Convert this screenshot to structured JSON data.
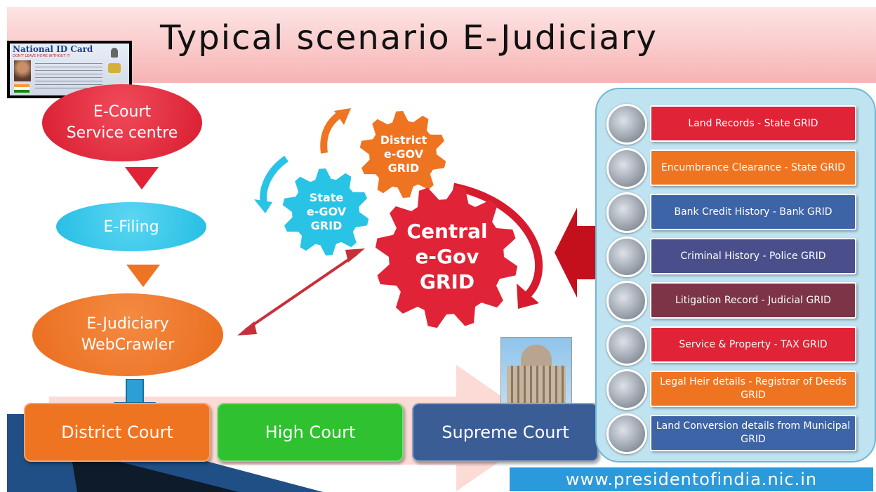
{
  "title": "Typical scenario E-Judiciary",
  "id_card": {
    "heading": "National ID Card",
    "subheading": "DON'T LEAVE HOME WITHOUT IT"
  },
  "flow": {
    "service_centre": "E-Court\nService centre",
    "efiling": "E-Filing",
    "webcrawler": "E-Judiciary\nWebCrawler"
  },
  "gears": {
    "district": "District\ne-GOV\nGRID",
    "state": "State\ne-GOV\nGRID",
    "central": "Central\ne-Gov\nGRID"
  },
  "courts": [
    "District Court",
    "High Court",
    "Supreme Court"
  ],
  "grids": [
    {
      "label": "Land Records - State GRID",
      "color": "#e02336"
    },
    {
      "label": "Encumbrance Clearance - State GRID",
      "color": "#ef7422"
    },
    {
      "label": "Bank Credit History - Bank GRID",
      "color": "#3d64a6"
    },
    {
      "label": "Criminal History  - Police GRID",
      "color": "#4a4f8c"
    },
    {
      "label": "Litigation Record - Judicial GRID",
      "color": "#7c3446"
    },
    {
      "label": "Service & Property - TAX GRID",
      "color": "#e02336"
    },
    {
      "label": "Legal Heir details - Registrar of Deeds GRID",
      "color": "#ef7422"
    },
    {
      "label": "Land Conversion details from Municipal GRID",
      "color": "#3d64a6"
    }
  ],
  "website": "www.presidentofindia.nic.in",
  "colors": {
    "red": "#e02336",
    "orange": "#ef7422",
    "cyan": "#29c3e6",
    "green": "#2fc12f",
    "blue": "#3a5d96"
  }
}
